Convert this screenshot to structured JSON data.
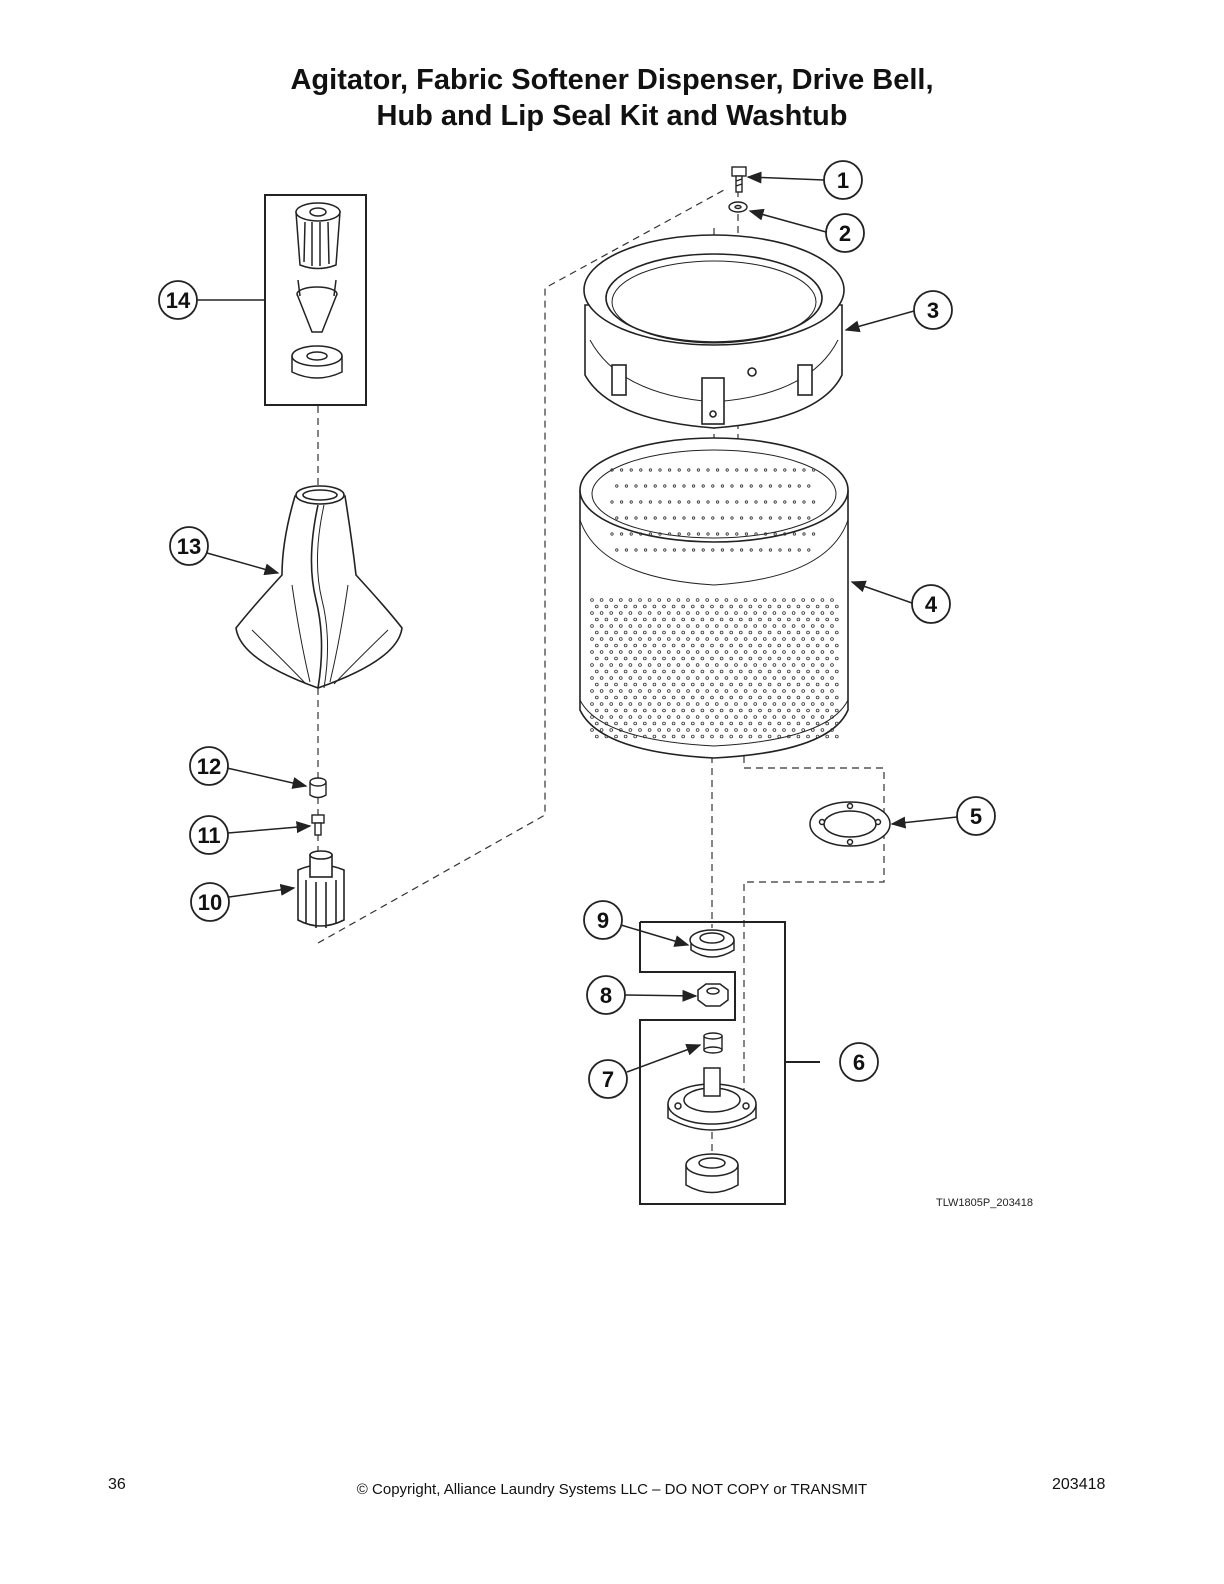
{
  "title": {
    "line1": "Agitator, Fabric Softener Dispenser, Drive Bell,",
    "line2": "Hub and Lip Seal Kit and Washtub"
  },
  "callouts": [
    "1",
    "2",
    "3",
    "4",
    "5",
    "6",
    "7",
    "8",
    "9",
    "10",
    "11",
    "12",
    "13",
    "14"
  ],
  "drawing_code": "TLW1805P_203418",
  "footer": {
    "page_number": "36",
    "copyright": "© Copyright, Alliance Laundry Systems LLC – DO NOT COPY or TRANSMIT",
    "doc_number": "203418"
  },
  "colors": {
    "line": "#222222",
    "fill": "#ffffff",
    "shade": "#d9d9d9"
  }
}
